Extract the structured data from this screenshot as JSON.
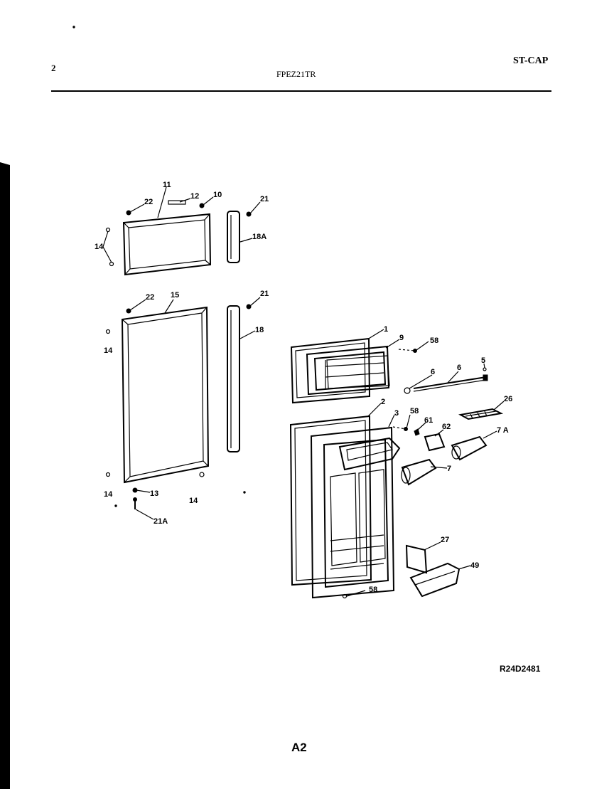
{
  "header": {
    "page_number": "2",
    "model": "FPEZ21TR",
    "category": "ST-CAP"
  },
  "footer": {
    "diagram_id": "R24D2481",
    "page_code": "A2"
  },
  "callouts": {
    "c11": "11",
    "c22a": "22",
    "c12": "12",
    "c10": "10",
    "c21a": "21",
    "c14a": "14",
    "c18a": "18A",
    "c22b": "22",
    "c15": "15",
    "c21b": "21",
    "c18": "18",
    "c14b": "14",
    "c14c": "14",
    "c13": "13",
    "c14d": "14",
    "c21A": "21A",
    "c1": "1",
    "c9": "9",
    "c58a": "58",
    "c5": "5",
    "c6a": "6",
    "c6b": "6",
    "c26": "26",
    "c2": "2",
    "c3": "3",
    "c58b": "58",
    "c61": "61",
    "c62": "62",
    "c7A": "7 A",
    "c7": "7",
    "c27": "27",
    "c49": "49",
    "c58c": "58"
  }
}
